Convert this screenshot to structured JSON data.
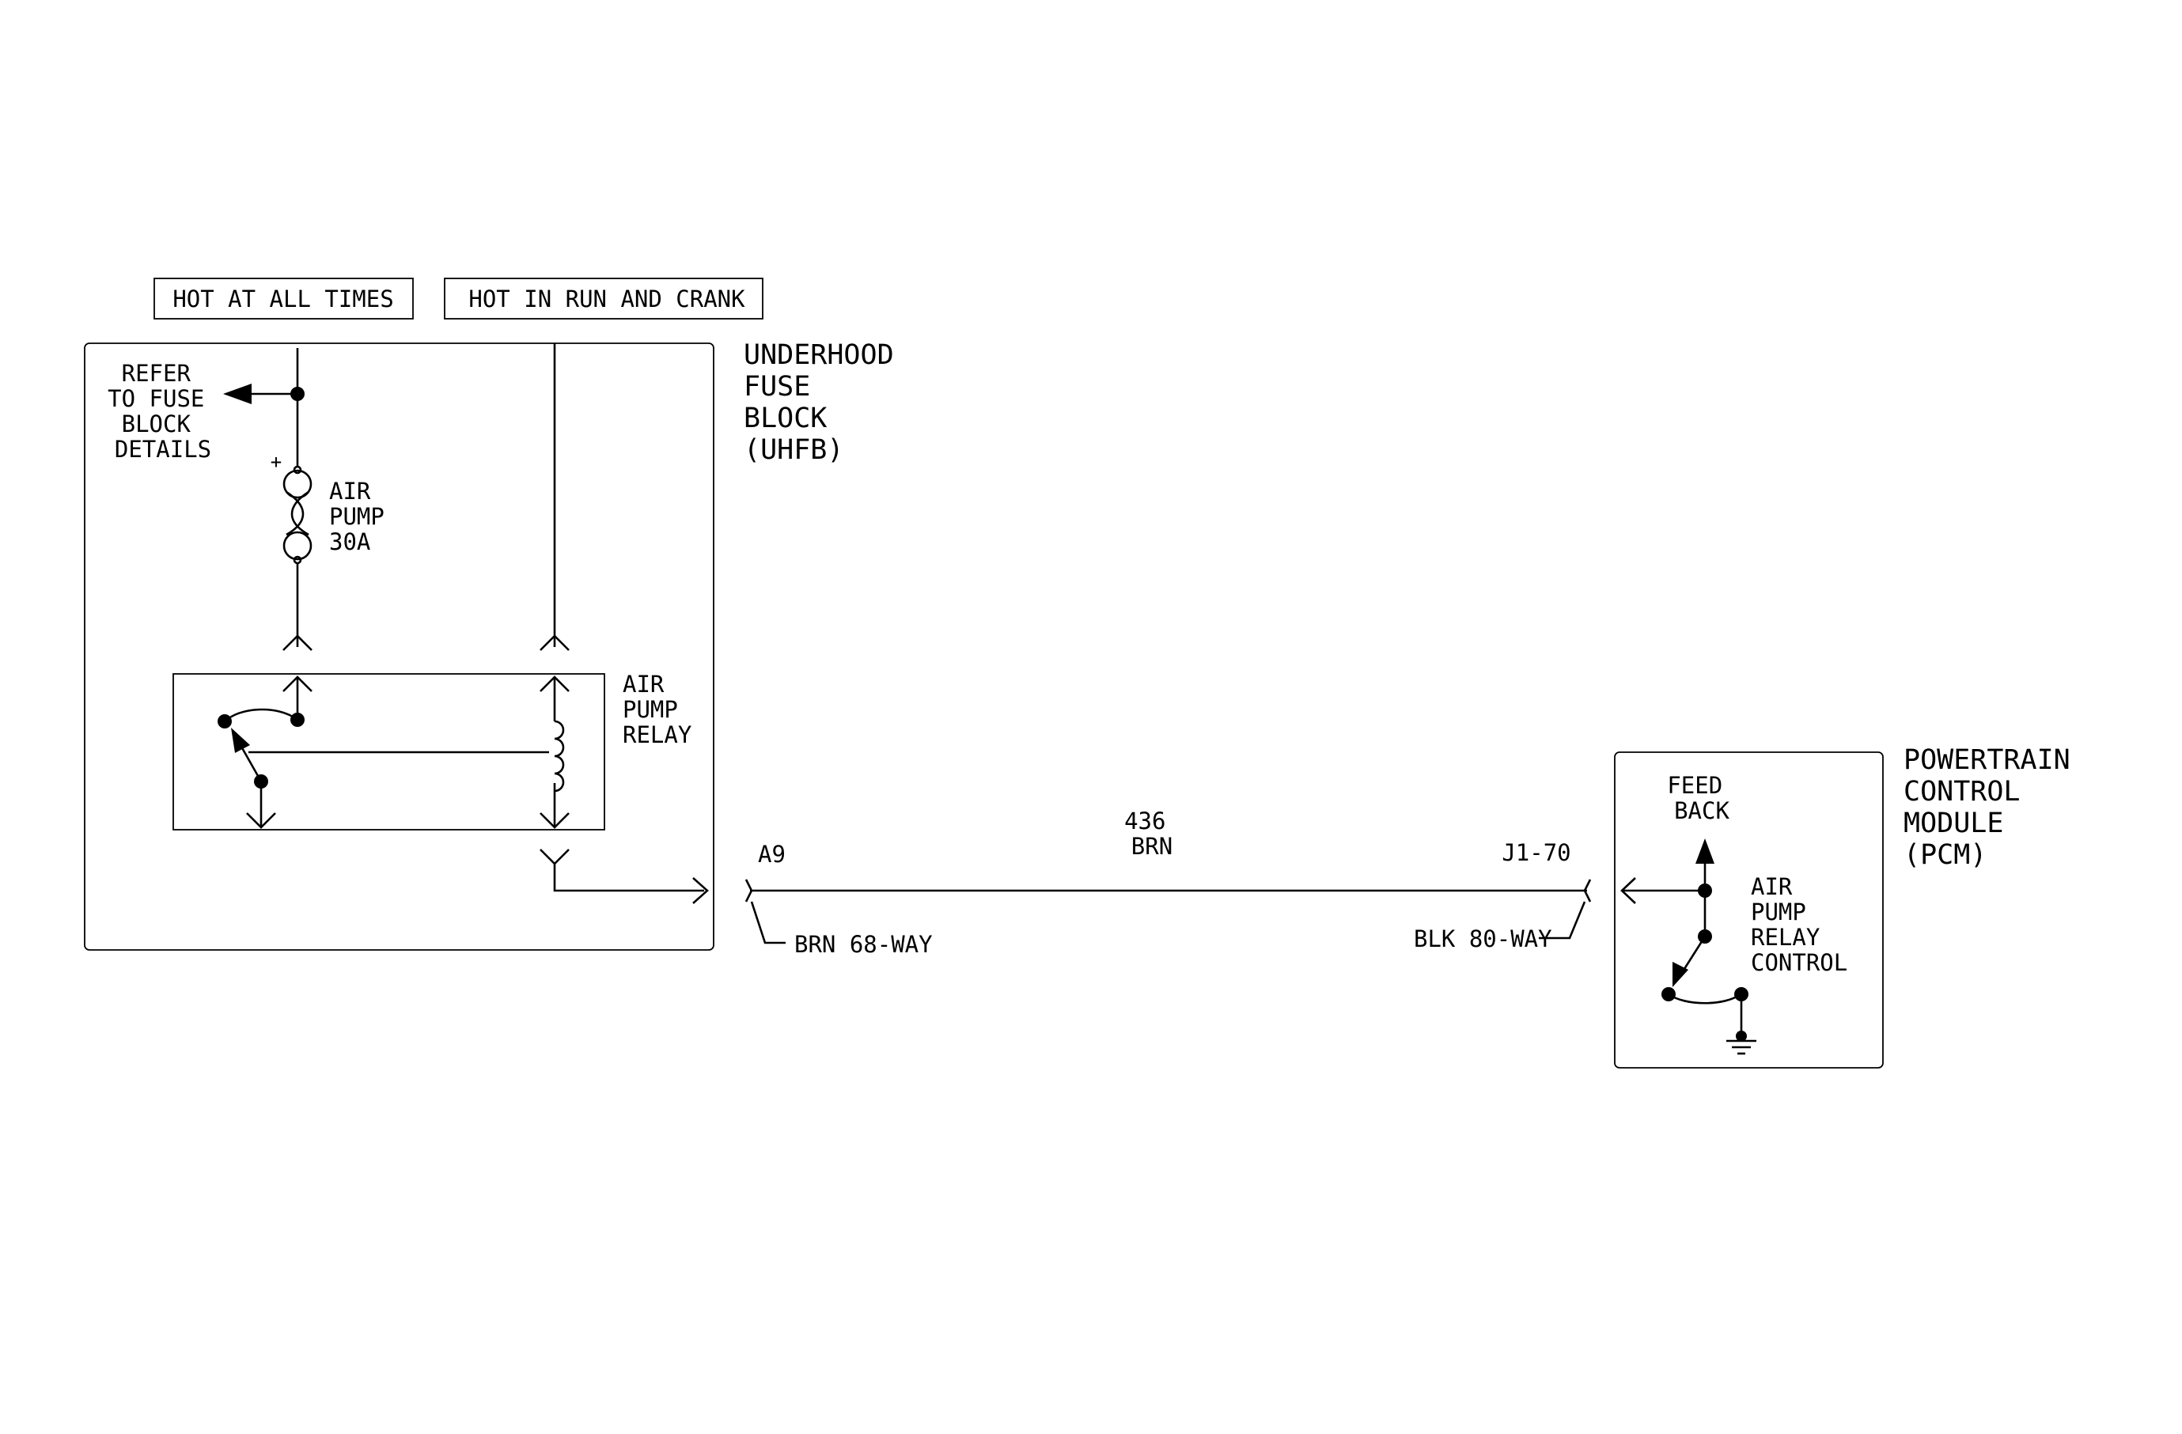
{
  "power_labels": {
    "hot_at_all_times": "HOT AT ALL TIMES",
    "hot_in_run_and_crank": "HOT IN RUN AND CRANK"
  },
  "uhfb": {
    "title": [
      "UNDERHOOD",
      "FUSE",
      "BLOCK",
      "(UHFB)"
    ],
    "refer_note": [
      "REFER",
      "TO FUSE",
      "BLOCK",
      "DETAILS"
    ],
    "fuse_polarity": "+",
    "fuse_label": [
      "AIR",
      "PUMP",
      "30A"
    ],
    "relay_label": [
      "AIR",
      "PUMP",
      "RELAY"
    ],
    "connector_pin": "A9",
    "connector_desc": "BRN 68-WAY"
  },
  "wire": {
    "circuit": "436",
    "color": "BRN"
  },
  "pcm": {
    "title": [
      "POWERTRAIN",
      "CONTROL",
      "MODULE",
      "(PCM)"
    ],
    "connector_pin": "J1-70",
    "connector_desc": "BLK 80-WAY",
    "feedback_label": [
      "FEED",
      "BACK"
    ],
    "control_label": [
      "AIR",
      "PUMP",
      "RELAY",
      "CONTROL"
    ]
  }
}
